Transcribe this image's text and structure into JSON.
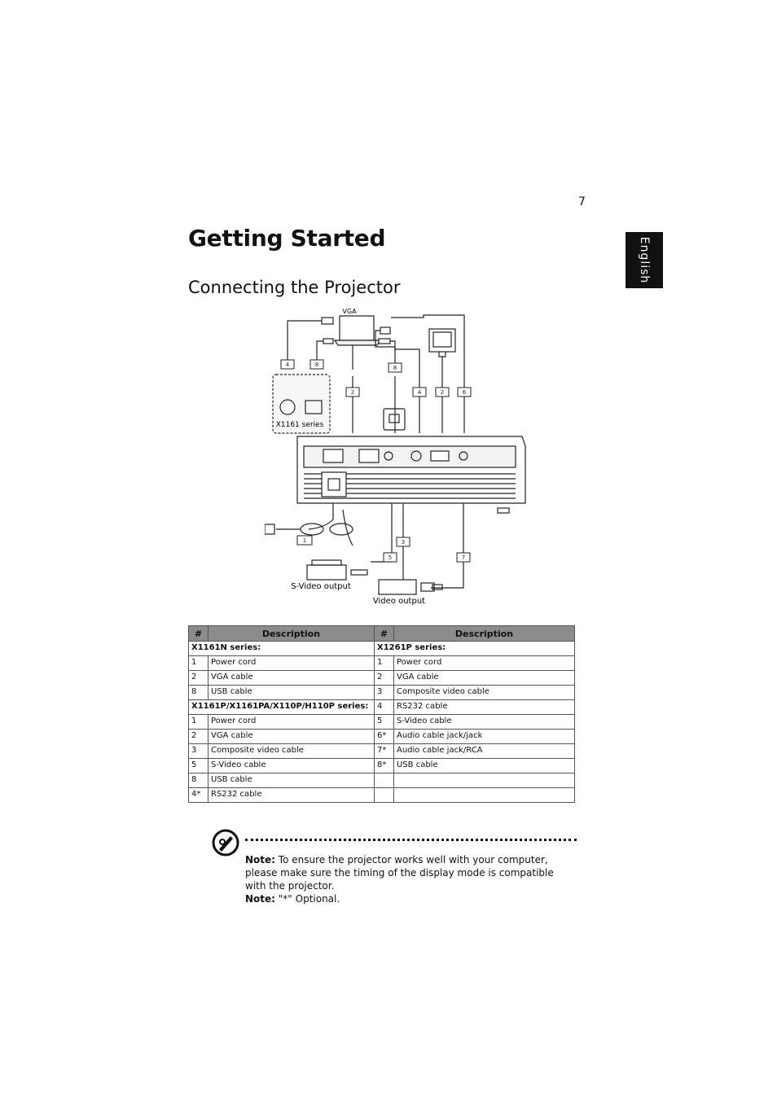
{
  "page_number": "7",
  "title": "Getting Started",
  "subtitle": "Connecting the Projector",
  "language_tab": "English",
  "diagram": {
    "vga_label": "VGA",
    "series_label": "X1161 series",
    "svideo_output_label": "S-Video output",
    "video_output_label": "Video output",
    "callouts": [
      "4",
      "8",
      "8",
      "2",
      "4",
      "2",
      "6",
      "1",
      "3",
      "5",
      "7"
    ]
  },
  "table": {
    "headers": [
      "#",
      "Description",
      "#",
      "Description"
    ],
    "rows": [
      {
        "n1": "X1161N series:",
        "d1": "",
        "n2": "X1261P series:",
        "d2": "",
        "g1": true,
        "g2": true
      },
      {
        "n1": "1",
        "d1": "Power cord",
        "n2": "1",
        "d2": "Power cord"
      },
      {
        "n1": "2",
        "d1": "VGA cable",
        "n2": "2",
        "d2": "VGA cable"
      },
      {
        "n1": "8",
        "d1": "USB cable",
        "n2": "3",
        "d2": "Composite video cable"
      },
      {
        "n1": "X1161P/X1161PA/X110P/H110P series:",
        "d1": "",
        "n2": "4",
        "d2": "RS232 cable",
        "g1": true
      },
      {
        "n1": "1",
        "d1": "Power cord",
        "n2": "5",
        "d2": "S-Video cable"
      },
      {
        "n1": "2",
        "d1": "VGA cable",
        "n2": "6*",
        "d2": "Audio cable jack/jack"
      },
      {
        "n1": "3",
        "d1": "Composite video cable",
        "n2": "7*",
        "d2": "Audio cable jack/RCA"
      },
      {
        "n1": "5",
        "d1": "S-Video cable",
        "n2": "8*",
        "d2": "USB cable"
      },
      {
        "n1": "8",
        "d1": "USB cable",
        "n2": "",
        "d2": ""
      },
      {
        "n1": "4*",
        "d1": "RS232 cable",
        "n2": "",
        "d2": ""
      }
    ]
  },
  "note": {
    "label1": "Note:",
    "text1": " To ensure the projector works well with your computer, please make sure the timing of the display mode is compatible with the projector.",
    "label2": "Note:",
    "text2": " \"*\" Optional."
  }
}
